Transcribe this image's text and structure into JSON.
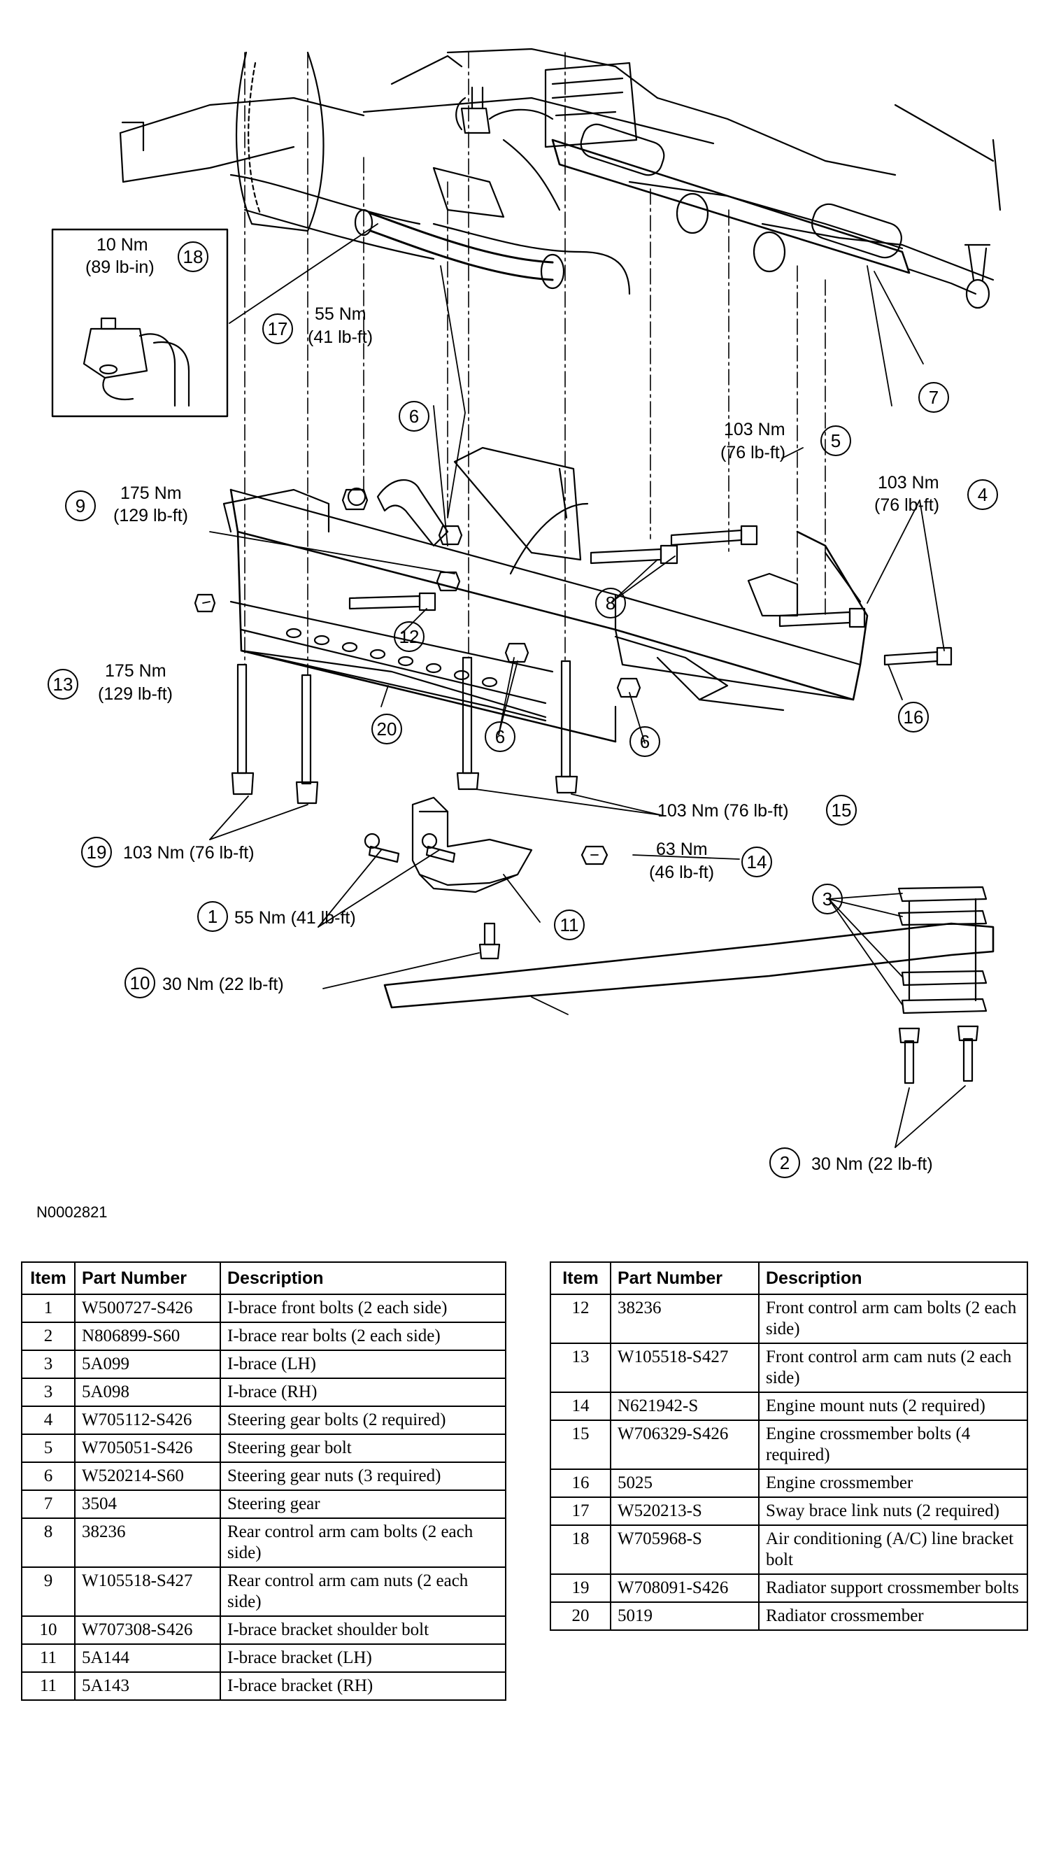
{
  "figure_code": "N0002821",
  "callouts": [
    {
      "item": "1",
      "torque": "55 Nm (41 lb-ft)"
    },
    {
      "item": "2",
      "torque": "30 Nm (22 lb-ft)"
    },
    {
      "item": "3",
      "torque": ""
    },
    {
      "item": "4",
      "torque_nm": "103 Nm",
      "torque_lbft": "(76 lb-ft)"
    },
    {
      "item": "5",
      "torque_nm": "103 Nm",
      "torque_lbft": "(76 lb-ft)"
    },
    {
      "item": "6",
      "torque": ""
    },
    {
      "item": "7",
      "torque": ""
    },
    {
      "item": "8",
      "torque": ""
    },
    {
      "item": "9",
      "torque_nm": "175 Nm",
      "torque_lbft": "(129 lb-ft)"
    },
    {
      "item": "10",
      "torque": "30 Nm (22 lb-ft)"
    },
    {
      "item": "11",
      "torque": ""
    },
    {
      "item": "12",
      "torque": ""
    },
    {
      "item": "13",
      "torque_nm": "175 Nm",
      "torque_lbft": "(129 lb-ft)"
    },
    {
      "item": "14",
      "torque_nm": "63 Nm",
      "torque_lbft": "(46 lb-ft)"
    },
    {
      "item": "15",
      "torque": "103 Nm (76 lb-ft)"
    },
    {
      "item": "16",
      "torque": ""
    },
    {
      "item": "17",
      "torque_nm": "55 Nm",
      "torque_lbft": "(41 lb-ft)"
    },
    {
      "item": "18",
      "torque_nm": "10 Nm",
      "torque_lbft": "(89 lb-in)"
    },
    {
      "item": "19",
      "torque": "103 Nm (76 lb-ft)"
    },
    {
      "item": "20",
      "torque": ""
    }
  ],
  "table_headers": {
    "item": "Item",
    "part_number": "Part Number",
    "description": "Description"
  },
  "parts_left": [
    {
      "item": "1",
      "part_number": "W500727-S426",
      "description": "I-brace front bolts (2 each side)"
    },
    {
      "item": "2",
      "part_number": "N806899-S60",
      "description": "I-brace rear bolts (2 each side)"
    },
    {
      "item": "3",
      "part_number": "5A099",
      "description": "I-brace (LH)"
    },
    {
      "item": "3",
      "part_number": "5A098",
      "description": "I-brace (RH)"
    },
    {
      "item": "4",
      "part_number": "W705112-S426",
      "description": "Steering gear bolts (2 required)"
    },
    {
      "item": "5",
      "part_number": "W705051-S426",
      "description": "Steering gear bolt"
    },
    {
      "item": "6",
      "part_number": "W520214-S60",
      "description": "Steering gear nuts (3 required)"
    },
    {
      "item": "7",
      "part_number": "3504",
      "description": "Steering gear"
    },
    {
      "item": "8",
      "part_number": "38236",
      "description": "Rear control arm cam bolts (2 each side)"
    },
    {
      "item": "9",
      "part_number": "W105518-S427",
      "description": "Rear control arm cam nuts (2 each side)"
    },
    {
      "item": "10",
      "part_number": "W707308-S426",
      "description": "I-brace bracket shoulder bolt"
    },
    {
      "item": "11",
      "part_number": "5A144",
      "description": "I-brace bracket (LH)"
    },
    {
      "item": "11",
      "part_number": "5A143",
      "description": "I-brace bracket (RH)"
    }
  ],
  "parts_right": [
    {
      "item": "12",
      "part_number": "38236",
      "description": "Front control arm cam bolts (2 each side)"
    },
    {
      "item": "13",
      "part_number": "W105518-S427",
      "description": "Front control arm cam nuts (2 each side)"
    },
    {
      "item": "14",
      "part_number": "N621942-S",
      "description": "Engine mount nuts (2 required)"
    },
    {
      "item": "15",
      "part_number": "W706329-S426",
      "description": "Engine crossmember bolts (4 required)"
    },
    {
      "item": "16",
      "part_number": "5025",
      "description": "Engine crossmember"
    },
    {
      "item": "17",
      "part_number": "W520213-S",
      "description": "Sway brace link nuts (2 required)"
    },
    {
      "item": "18",
      "part_number": "W705968-S",
      "description": "Air conditioning (A/C) line bracket bolt"
    },
    {
      "item": "19",
      "part_number": "W708091-S426",
      "description": "Radiator support crossmember bolts"
    },
    {
      "item": "20",
      "part_number": "5019",
      "description": "Radiator crossmember"
    }
  ]
}
